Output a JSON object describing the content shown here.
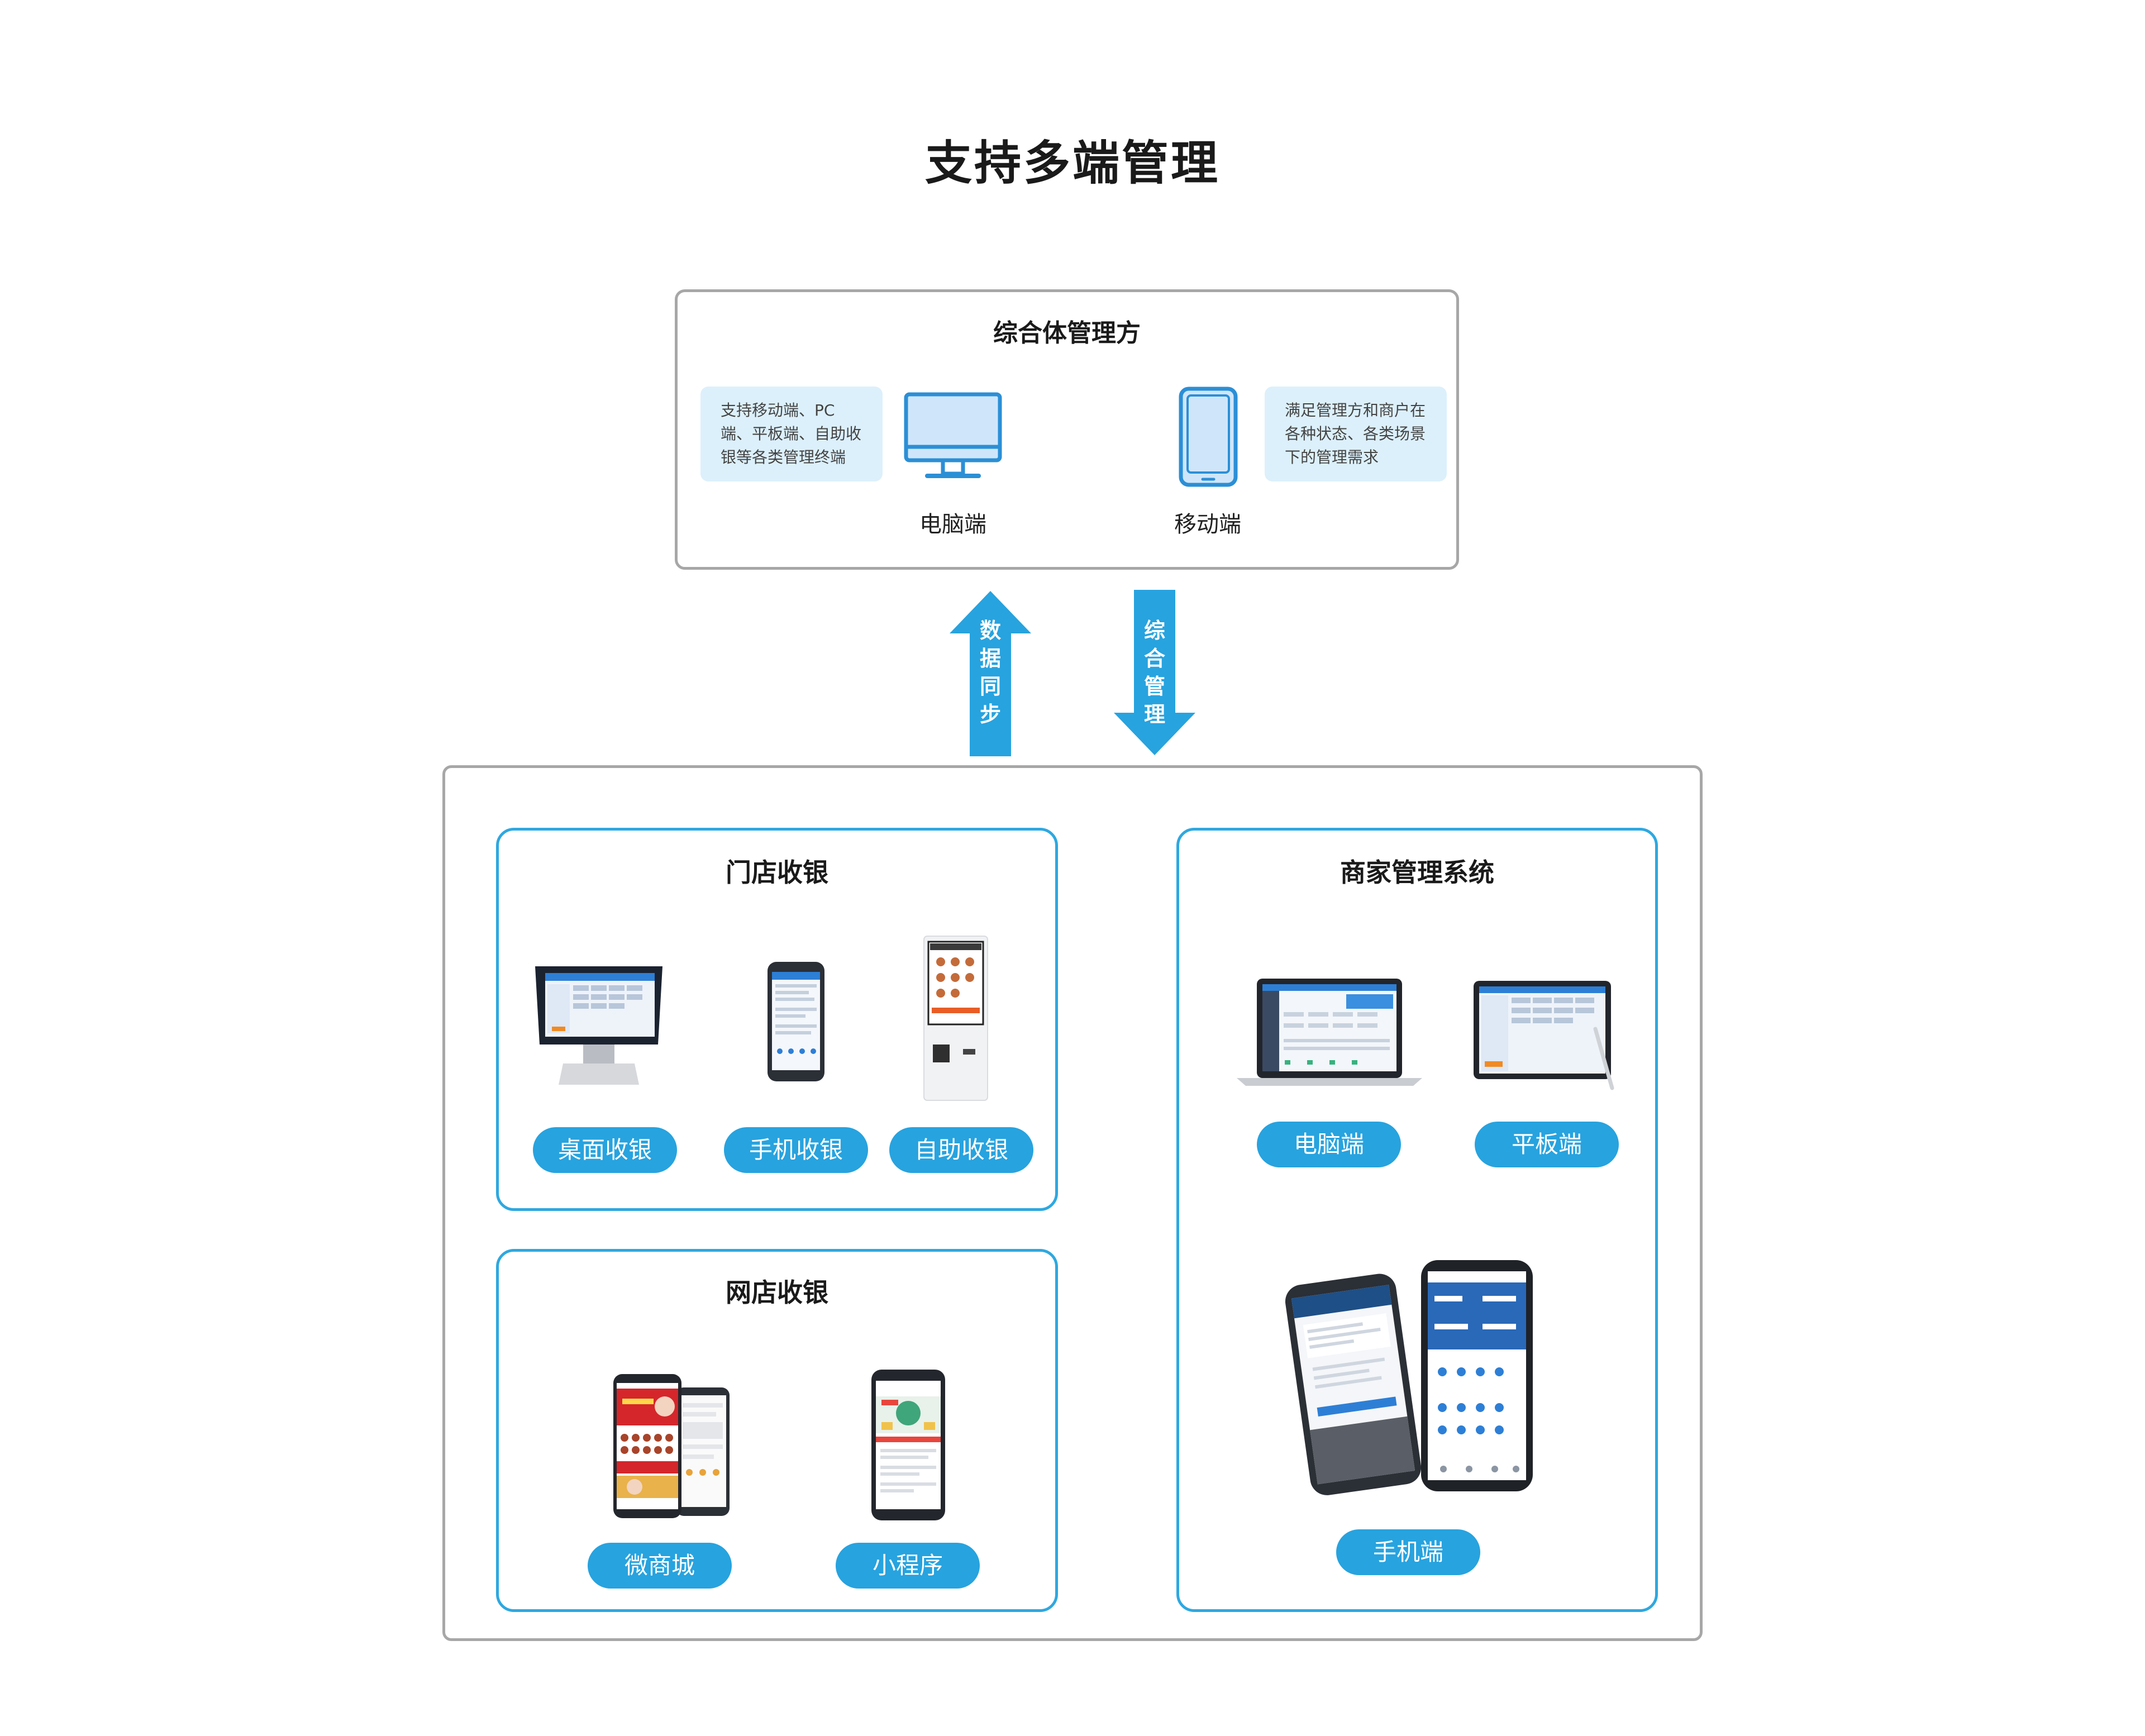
{
  "title": "支持多端管理",
  "top": {
    "heading": "综合体管理方",
    "left_note": "支持移动端、PC端、平板端、自助收银等各类管理终端",
    "right_note": "满足管理方和商户在各种状态、各类场景下的管理需求",
    "pc_label": "电脑端",
    "mobile_label": "移动端"
  },
  "arrows": {
    "up_text": [
      "数",
      "据",
      "同",
      "步"
    ],
    "down_text": [
      "综",
      "合",
      "管",
      "理"
    ]
  },
  "store": {
    "heading": "门店收银",
    "items": [
      "桌面收银",
      "手机收银",
      "自助收银"
    ]
  },
  "online": {
    "heading": "网店收银",
    "items": [
      "微商城",
      "小程序"
    ]
  },
  "merchant": {
    "heading": "商家管理系统",
    "items": [
      "电脑端",
      "平板端",
      "手机端"
    ]
  },
  "colors": {
    "accent": "#27a3df",
    "note_bg": "#dcf0fb",
    "border_gray": "#a7a7a7"
  }
}
